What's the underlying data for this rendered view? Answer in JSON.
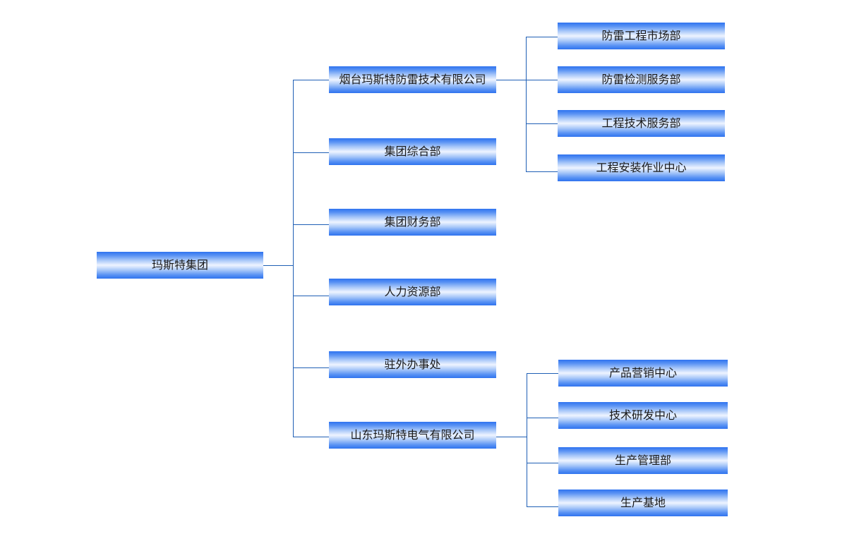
{
  "chart": {
    "root": "玛斯特集团",
    "level1": {
      "n1": "烟台玛斯特防雷技术有限公司",
      "n2": "集团综合部",
      "n3": "集团财务部",
      "n4": "人力资源部",
      "n5": "驻外办事处",
      "n6": "山东玛斯特电气有限公司"
    },
    "yantai_children": {
      "c1": "防雷工程市场部",
      "c2": "防雷检测服务部",
      "c3": "工程技术服务部",
      "c4": "工程安装作业中心"
    },
    "shandong_children": {
      "c1": "产品营销中心",
      "c2": "技术研发中心",
      "c3": "生产管理部",
      "c4": "生产基地"
    }
  },
  "colors": {
    "connector": "#1f5fb5",
    "box_edge": "#2f73ef",
    "box_center": "#eef4ff"
  }
}
